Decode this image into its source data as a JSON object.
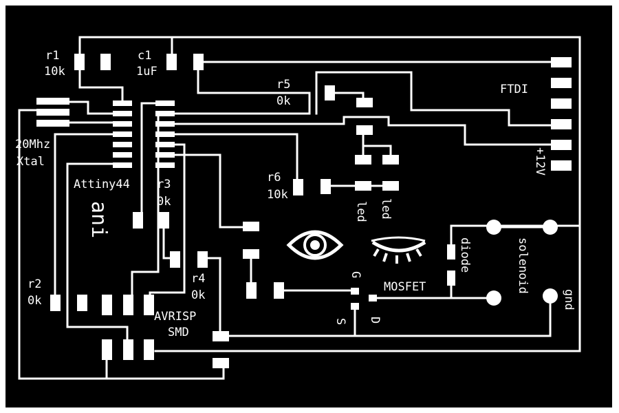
{
  "labels": {
    "r1_name": "r1",
    "r1_value": "10k",
    "c1_name": "c1",
    "c1_value": "1uF",
    "r5_name": "r5",
    "r5_value": "0k",
    "ftdi": "FTDI",
    "xtal_1": "20Mhz",
    "xtal_2": "Xtal",
    "attiny": "Attiny44",
    "r3_name": "r3",
    "r3_value": "0k",
    "r6_name": "r6",
    "r6_value": "10k",
    "plus12v": "+12V",
    "led_1": "led",
    "led_2": "led",
    "ani": "ani",
    "diode": "diode",
    "solenoid": "solenoid",
    "gnd": "gnd",
    "r2_name": "r2",
    "r2_value": "0k",
    "r4_name": "r4",
    "r4_value": "0k",
    "gate": "G",
    "mosfet": "MOSFET",
    "avrisp_1": "AVRISP",
    "avrisp_2": "SMD",
    "source": "S",
    "drain": "D"
  },
  "icons": [
    "open-eye-icon",
    "closed-eye-icon"
  ],
  "colors": {
    "board": "#000000",
    "copper": "#ffffff",
    "margin": "#ffffff"
  }
}
